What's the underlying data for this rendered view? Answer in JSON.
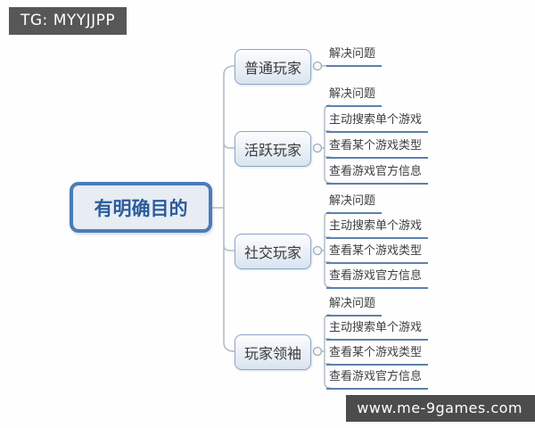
{
  "badges": {
    "tg": "TG: MYYJJPP",
    "watermark": "www.me-9games.com"
  },
  "diagram": {
    "type": "mindmap",
    "root": {
      "label": "有明确目的"
    },
    "branches": [
      {
        "label": "普通玩家",
        "children": [
          "解决问题"
        ]
      },
      {
        "label": "活跃玩家",
        "children": [
          "解决问题",
          "主动搜索单个游戏",
          "查看某个游戏类型",
          "查看游戏官方信息"
        ]
      },
      {
        "label": "社交玩家",
        "children": [
          "解决问题",
          "主动搜索单个游戏",
          "查看某个游戏类型",
          "查看游戏官方信息"
        ]
      },
      {
        "label": "玩家领袖",
        "children": [
          "解决问题",
          "主动搜索单个游戏",
          "查看某个游戏类型",
          "查看游戏官方信息"
        ]
      }
    ]
  },
  "colors": {
    "root_border": "#4a7cba",
    "root_fill": "#e8ecf3",
    "root_text": "#2b5c9c",
    "branch_border": "#8ba6c7",
    "branch_fill": "#dfe9f3",
    "leaf_underline": "#5d81ab",
    "connector_line": "#b3bcc6",
    "badge_background": "#575757",
    "badge_text": "#ffffff"
  }
}
